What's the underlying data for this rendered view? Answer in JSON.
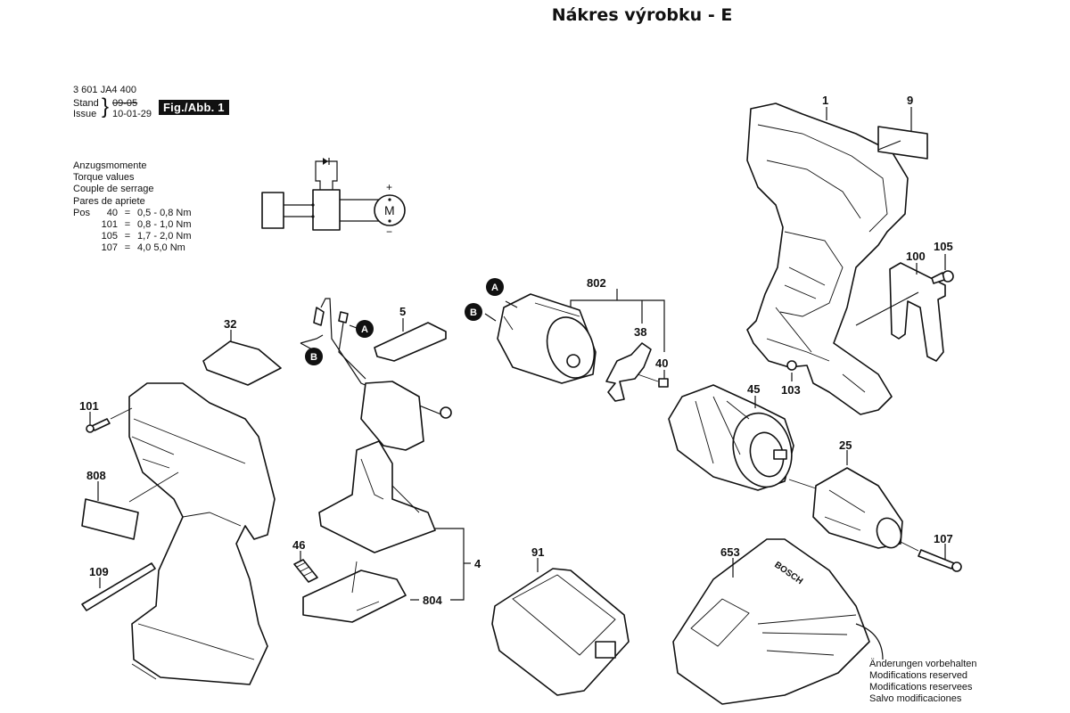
{
  "title": "Nákres výrobku - E",
  "header": {
    "document_number": "3 601 JA4 400",
    "stand_label": "Stand",
    "issue_label": "Issue",
    "stand_value_struck": "09-05",
    "issue_value": "10-01-29",
    "figure_badge": "Fig./Abb. 1"
  },
  "torque_block": {
    "headings": [
      "Anzugsmomente",
      "Torque values",
      "Couple de serrage",
      "Pares de apriete"
    ],
    "pos_label": "Pos",
    "rows": [
      {
        "pos": "40",
        "eq": "=",
        "value": "0,5 - 0,8 Nm"
      },
      {
        "pos": "101",
        "eq": "=",
        "value": "0,8 - 1,0 Nm"
      },
      {
        "pos": "105",
        "eq": "=",
        "value": "1,7 - 2,0 Nm"
      },
      {
        "pos": "107",
        "eq": "=",
        "value": "4,0   5,0 Nm"
      }
    ]
  },
  "schematic": {
    "motor_label": "M",
    "plus": "+",
    "minus": "−"
  },
  "connector_markers": {
    "a": "A",
    "b": "B"
  },
  "parts": {
    "p1": "1",
    "p9": "9",
    "p105": "105",
    "p100": "100",
    "p103": "103",
    "p802": "802",
    "p38": "38",
    "p40": "40",
    "p45": "45",
    "p25": "25",
    "p107": "107",
    "p5": "5",
    "p32": "32",
    "p101": "101",
    "p808": "808",
    "p109": "109",
    "p46": "46",
    "p4": "4",
    "p804": "804",
    "p91": "91",
    "p653": "653"
  },
  "charger_brand": "BOSCH",
  "notes": [
    "Änderungen vorbehalten",
    "Modifications reserved",
    "Modifications reservees",
    "Salvo modificaciones"
  ]
}
